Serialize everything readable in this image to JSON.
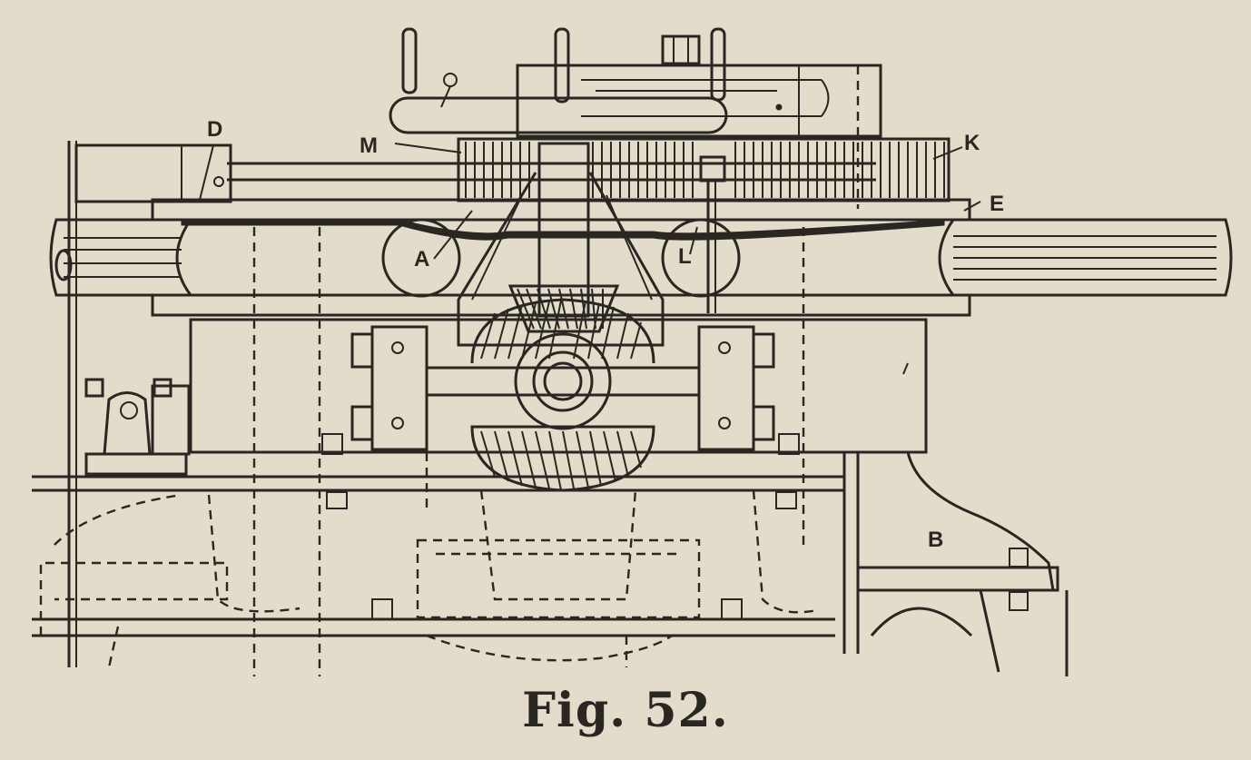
{
  "caption": "Fig. 52.",
  "labels": {
    "D": "D",
    "M": "M",
    "K": "K",
    "E": "E",
    "A": "A",
    "L": "L",
    "B": "B"
  },
  "colors": {
    "paper": "#e3dccb",
    "ink": "#2a2622"
  }
}
